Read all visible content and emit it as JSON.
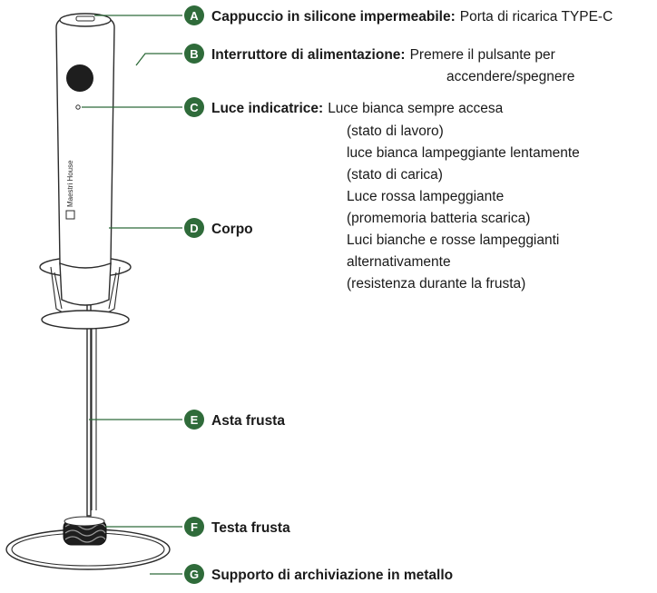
{
  "brand": {
    "name": "Maestri House"
  },
  "colors": {
    "accent": "#2f6b3a",
    "outline": "#2b2b2b",
    "text": "#1a1a1a"
  },
  "callouts": [
    {
      "letter": "A",
      "title": "Cappuccio in silicone impermeabile:",
      "lines": [
        "Porta di ricarica TYPE-C"
      ]
    },
    {
      "letter": "B",
      "title": "Interruttore di alimentazione:",
      "lines": [
        "Premere il pulsante per",
        "accendere/spegnere"
      ]
    },
    {
      "letter": "C",
      "title": "Luce indicatrice:",
      "lines": [
        "Luce bianca sempre accesa",
        "(stato di lavoro)",
        "luce bianca lampeggiante lentamente",
        "(stato di carica)",
        "Luce rossa lampeggiante",
        "(promemoria batteria scarica)",
        "Luci bianche e rosse lampeggianti",
        "alternativamente",
        "(resistenza durante la frusta)"
      ]
    },
    {
      "letter": "D",
      "title": "Corpo",
      "lines": []
    },
    {
      "letter": "E",
      "title": "Asta frusta",
      "lines": []
    },
    {
      "letter": "F",
      "title": "Testa frusta",
      "lines": []
    },
    {
      "letter": "G",
      "title": "Supporto di archiviazione in metallo",
      "lines": []
    }
  ]
}
